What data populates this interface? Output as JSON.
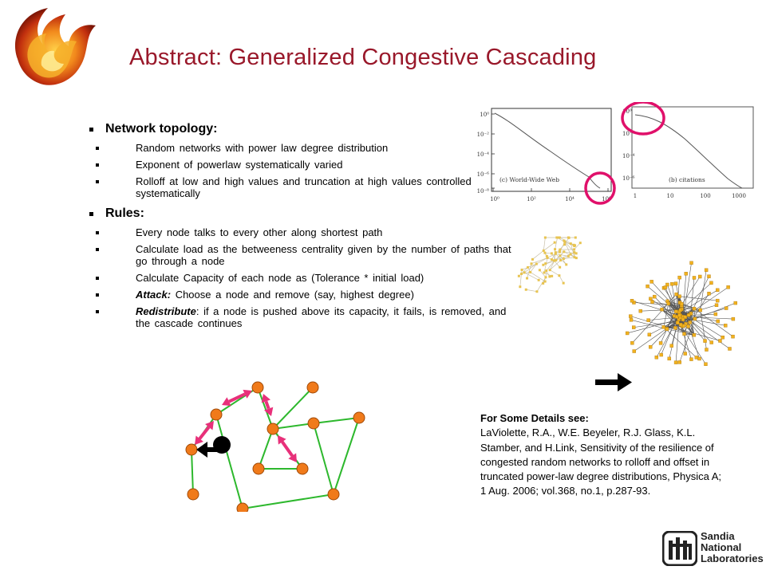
{
  "slide": {
    "title": "Abstract: Generalized Congestive Cascading",
    "sections": [
      {
        "heading": "Network topology:",
        "items": [
          {
            "text": "Random networks with power law degree distribution"
          },
          {
            "text": "Exponent of powerlaw systematically varied"
          },
          {
            "text": "Rolloff at low and high values and truncation at high values controlled systematically"
          }
        ]
      },
      {
        "heading": "Rules:",
        "items": [
          {
            "text": "Every node talks to every other along shortest path"
          },
          {
            "text": "Calculate load as the betweeness centrality given by the number of paths that go through a node"
          },
          {
            "text": "Calculate Capacity of each node as (Tolerance * initial load)"
          },
          {
            "label": "Attack:",
            "text": " Choose a node and remove (say, highest degree)"
          },
          {
            "label": "Redistribute",
            "text": ": if a node is pushed above its capacity, it fails, is removed, and the cascade continues"
          }
        ]
      }
    ]
  },
  "plots": {
    "www": {
      "legend": "(c) World-Wide Web",
      "yticks": [
        "10⁰",
        "10⁻²",
        "10⁻⁴",
        "10⁻⁶",
        "10⁻⁸"
      ],
      "xticks": [
        "10⁰",
        "10²",
        "10⁴",
        "10⁶"
      ]
    },
    "citations": {
      "legend": "(b) citations",
      "yticks": [
        "10⁰",
        "10⁻²",
        "10⁻⁴",
        "10⁻⁶"
      ],
      "xticks": [
        "1",
        "10",
        "100",
        "1000"
      ]
    }
  },
  "references": {
    "heading": "For Some Details see:",
    "text": "LaViolette, R.A., W.E. Beyeler, R.J. Glass, K.L. Stamber, and H.Link, Sensitivity of the resilience of congested random networks to rolloff and offset in truncated power-law degree distributions, Physica A; 1 Aug. 2006; vol.368, no.1, p.287-93."
  },
  "footer": {
    "org_lines": [
      "Sandia",
      "National",
      "Laboratories"
    ]
  },
  "colors": {
    "title": "#99182a",
    "node": "#f07a1a",
    "edge": "#2db82d",
    "arrow": "#e8307a",
    "highlight": "#e0106a",
    "net_node_left": "#e8c450",
    "net_node_right": "#f2b21e"
  }
}
